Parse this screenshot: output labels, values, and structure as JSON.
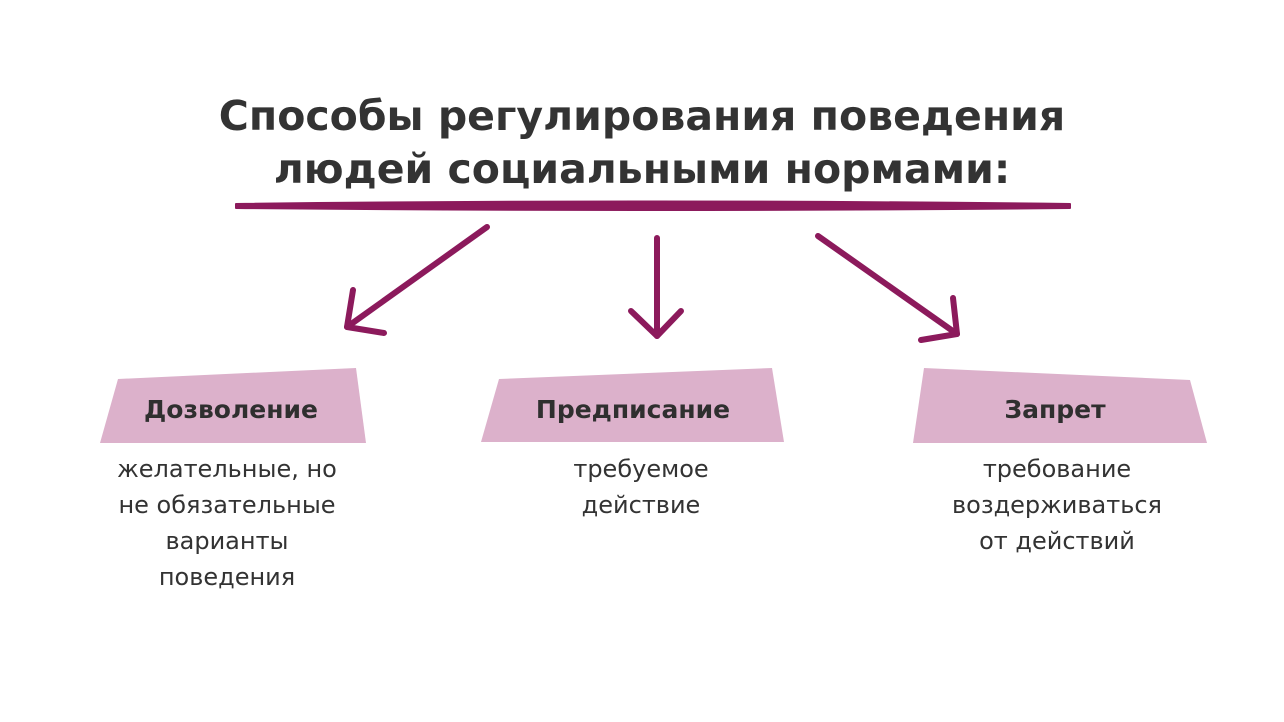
{
  "title": {
    "line1": "Способы регулирования поведения",
    "line2": "людей социальными нормами:"
  },
  "colors": {
    "accent": "#8c1a5c",
    "box_fill": "#dcb1cb",
    "text": "#333333"
  },
  "branches": [
    {
      "label": "Дозволение",
      "description": [
        "желательные, но",
        "не обязательные",
        "варианты",
        "поведения"
      ]
    },
    {
      "label": "Предписание",
      "description": [
        "требуемое",
        "действие"
      ]
    },
    {
      "label": "Запрет",
      "description": [
        "требование",
        "воздерживаться",
        "от действий"
      ]
    }
  ]
}
